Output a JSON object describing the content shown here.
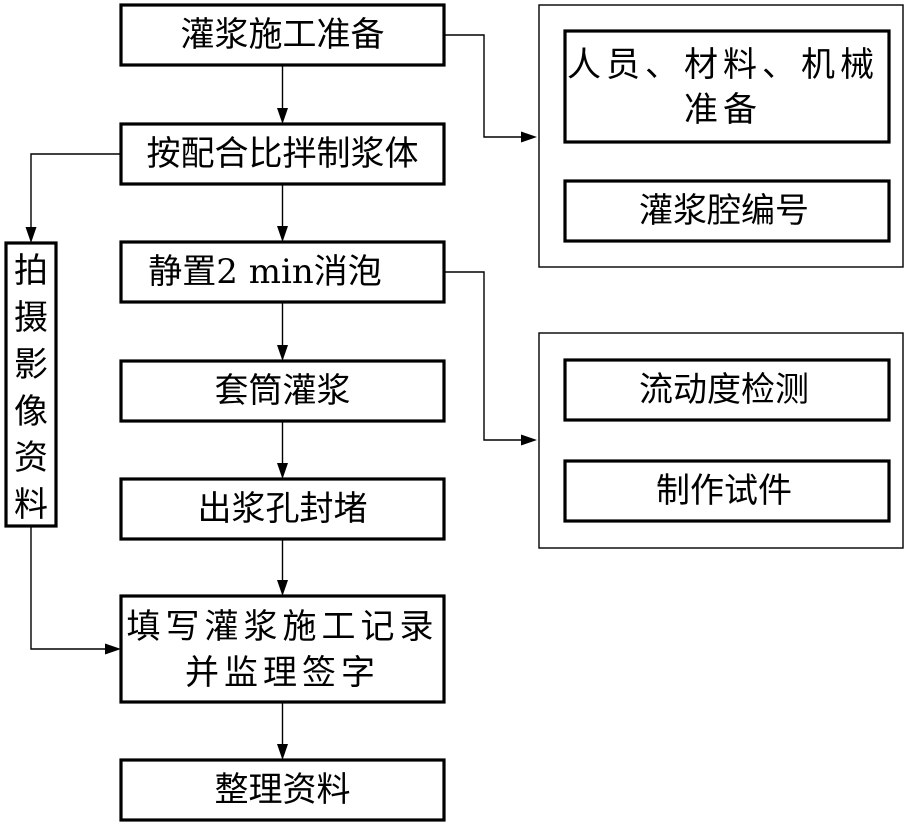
{
  "main_steps": {
    "prepare": "灌浆施工准备",
    "mix": "按配合比拌制浆体",
    "rest": "静置2 min消泡",
    "grout": "套筒灌浆",
    "seal": "出浆孔封堵",
    "record_line1": "填写灌浆施工记录",
    "record_line2": "并监理签字",
    "archive": "整理资料"
  },
  "side_panels": {
    "preparation": {
      "item1_line1": "人员、材料、机械",
      "item1_line2": "准备",
      "item2": "灌浆腔编号"
    },
    "testing": {
      "item1": "流动度检测",
      "item2": "制作试件"
    }
  },
  "photo_note": {
    "chars": [
      "拍",
      "摄",
      "影",
      "像",
      "资",
      "料"
    ]
  }
}
